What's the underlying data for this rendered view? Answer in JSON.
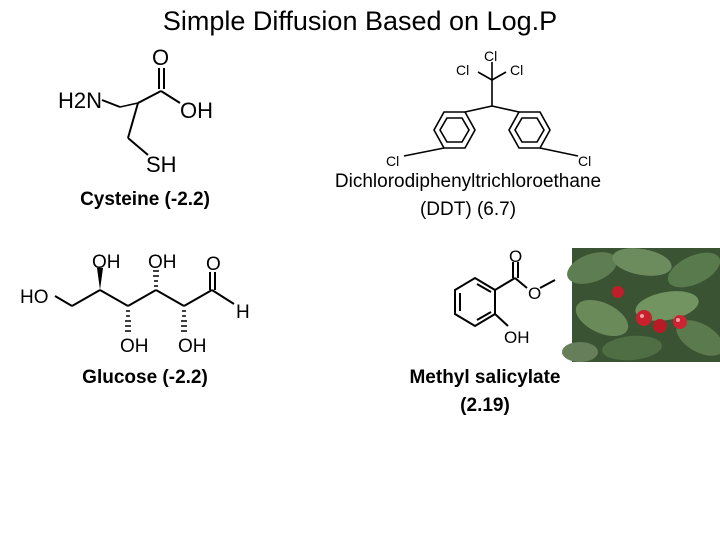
{
  "title": "Simple Diffusion Based on Log.P",
  "molecules": {
    "cysteine": {
      "label": "Cysteine (-2.2)",
      "atoms": {
        "o": "O",
        "h2n": "H2N",
        "oh": "OH",
        "sh": "SH"
      }
    },
    "ddt": {
      "label_line1": "Dichlorodiphenyltrichloroethane",
      "label_line2": "(DDT) (6.7)",
      "atoms": {
        "cl_top1": "Cl",
        "cl_top2": "Cl",
        "cl_top3": "Cl",
        "cl_left": "Cl",
        "cl_right": "Cl"
      }
    },
    "glucose": {
      "label": "Glucose (-2.2)",
      "atoms": {
        "ho": "HO",
        "oh1": "OH",
        "oh2": "OH",
        "oh3": "OH",
        "oh4": "OH",
        "o": "O",
        "h": "H"
      }
    },
    "methyl_salicylate": {
      "label_line1": "Methyl salicylate",
      "label_line2": "(2.19)",
      "atoms": {
        "o_carbonyl": "O",
        "o_ester": "O",
        "oh": "OH"
      }
    }
  },
  "colors": {
    "leaf_dark": "#2f4a2a",
    "leaf_mid": "#4f6e44",
    "berry": "#c8202c"
  }
}
